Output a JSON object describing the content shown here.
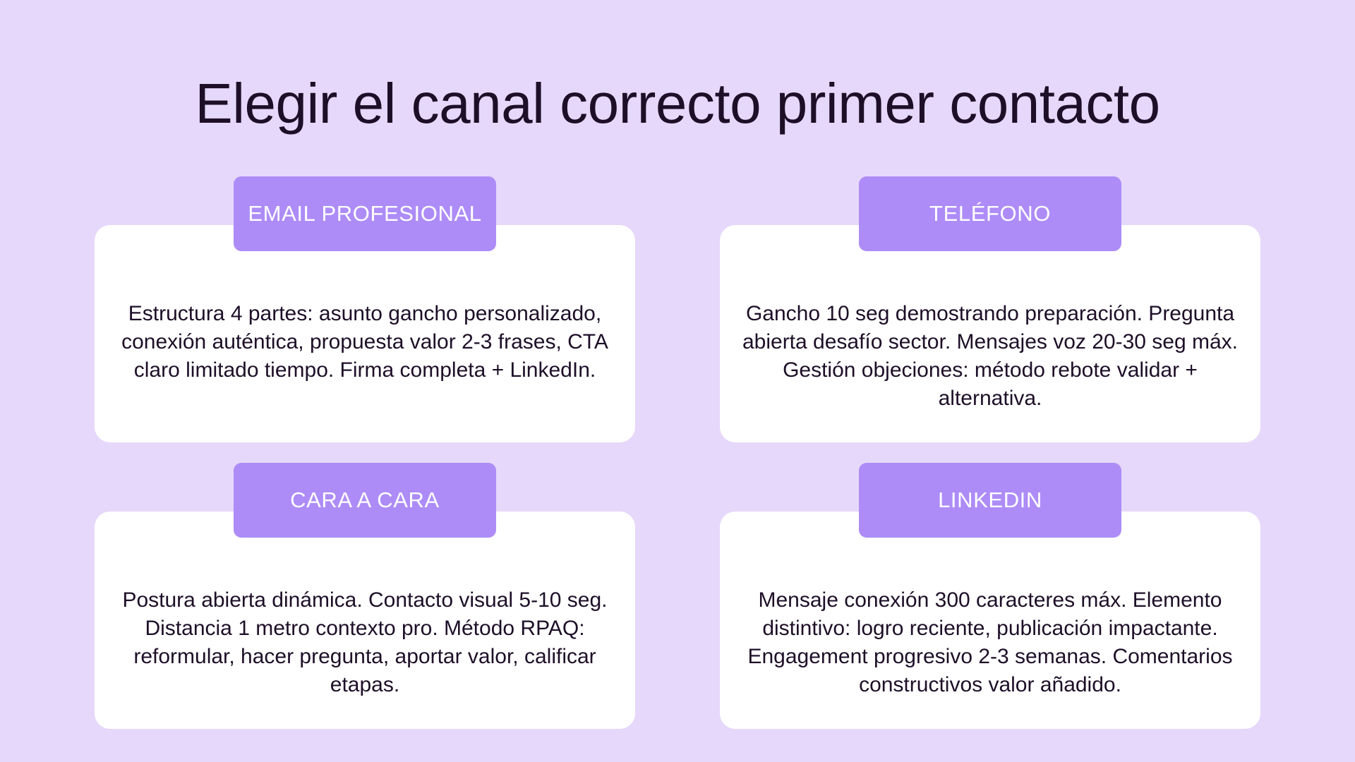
{
  "slide": {
    "title": "Elegir el canal correcto primer contacto",
    "background_color": "#E6D8FA",
    "title_color": "#1E0F28",
    "badge_color": "#AD8CF7",
    "card_color": "#FFFFFF",
    "badge_text_color": "#FFFFFF",
    "body_text_color": "#1E0F28"
  },
  "cards": [
    {
      "id": "email-profesional",
      "header": "EMAIL PROFESIONAL",
      "body": "Estructura 4 partes: asunto gancho personalizado, conexión auténtica, propuesta valor 2-3 frases, CTA claro limitado tiempo. Firma completa + LinkedIn."
    },
    {
      "id": "telefono",
      "header": "TELÉFONO",
      "body": "Gancho 10 seg demostrando preparación. Pregunta abierta desafío sector. Mensajes voz 20-30 seg máx. Gestión objeciones: método rebote validar + alternativa."
    },
    {
      "id": "cara-a-cara",
      "header": "CARA A CARA",
      "body": "Postura abierta dinámica. Contacto visual 5-10 seg. Distancia 1 metro contexto pro. Método RPAQ: reformular, hacer pregunta, aportar valor, calificar etapas."
    },
    {
      "id": "linkedin",
      "header": "LINKEDIN",
      "body": "Mensaje conexión 300 caracteres máx. Elemento distintivo: logro reciente, publicación impactante. Engagement progresivo 2-3 semanas. Comentarios constructivos valor añadido."
    }
  ]
}
